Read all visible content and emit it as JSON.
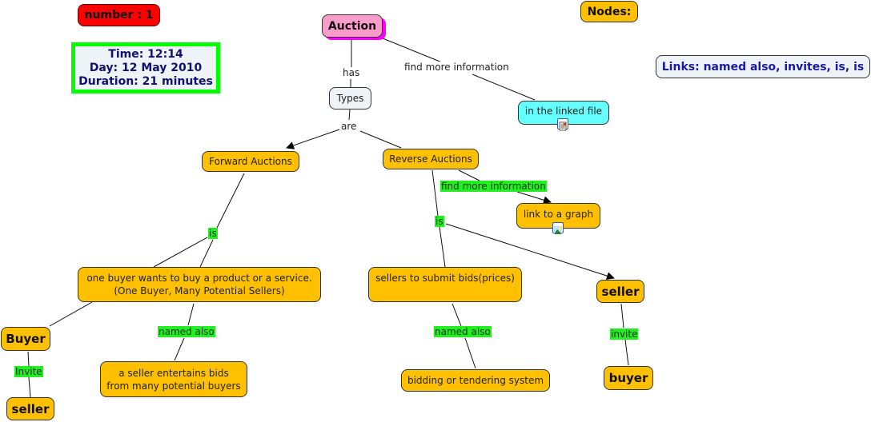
{
  "header": {
    "number_badge": "number : 1",
    "time_info": [
      "Time: 12:14",
      "Day: 12 May 2010",
      "Duration: 21 minutes"
    ],
    "nodes_label": "Nodes:",
    "links_summary": "Links: named also, invites, is, is"
  },
  "colors": {
    "node_fill": "#ffc000",
    "root_fill": "#f99cc9",
    "root_shadow": "#ff00ff",
    "resource_fill": "#66ffff",
    "link_label_highlight": "#22ee22",
    "badge_red": "#ff0000",
    "info_border": "#00ff00",
    "summary_text": "#1a1aa6",
    "info_text": "#11116e"
  },
  "nodes": {
    "auction": "Auction",
    "types": "Types",
    "linked_file": "in the linked file",
    "forward_auctions": "Forward Auctions",
    "reverse_auctions": "Reverse Auctions",
    "link_to_graph": "link to a graph",
    "one_buyer": "one buyer wants to buy a product or a service.\n(One Buyer, Many Potential Sellers)",
    "sellers_submit": "sellers to submit bids(prices)",
    "seller_right": "seller",
    "buyer_left": "Buyer",
    "seller_left": "seller",
    "seller_entertains": "a seller entertains bids\nfrom many potential buyers",
    "bidding_system": "bidding or tendering system",
    "buyer_right": "buyer"
  },
  "link_labels": {
    "has": "has",
    "find_more_info_top": "find more information",
    "are": "are",
    "is_forward": "is",
    "find_more_info_reverse": "find more information",
    "is_reverse": "is",
    "named_also_left": "named also",
    "named_also_right": "named also",
    "invite_left": "Invite",
    "invite_right": "invite"
  },
  "resources": {
    "linked_file_icon": "document-icon",
    "graph_icon": "image-icon"
  }
}
